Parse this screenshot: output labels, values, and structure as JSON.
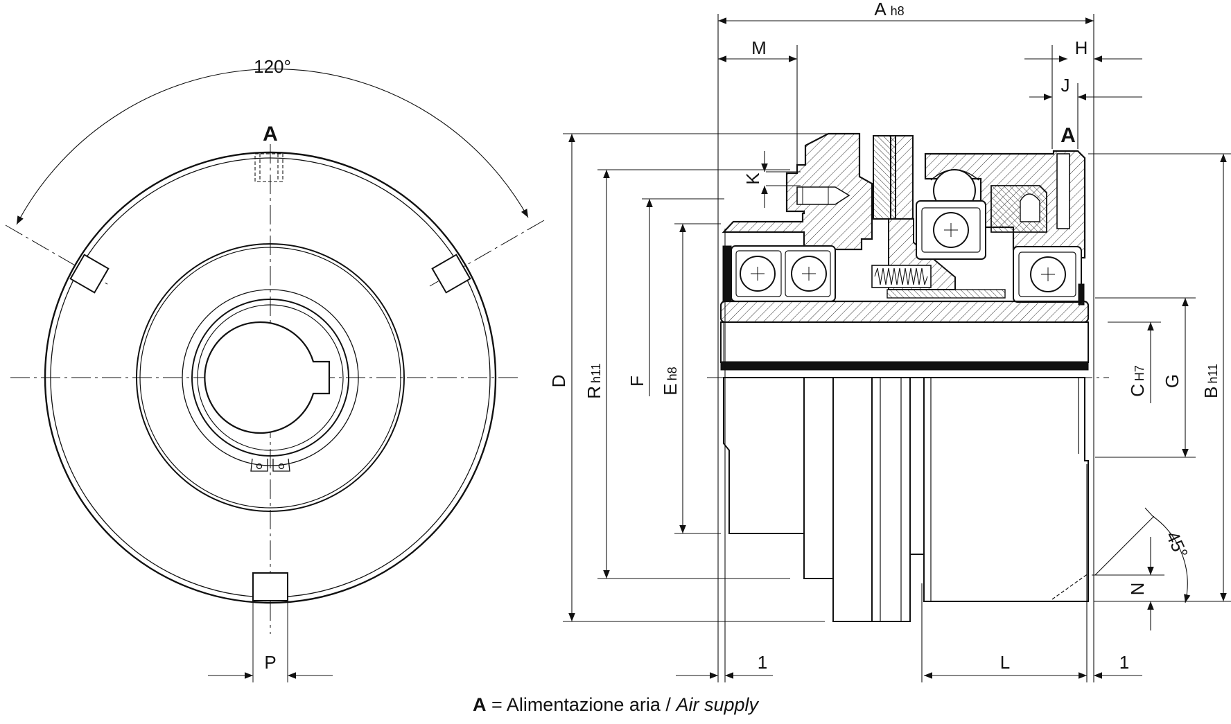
{
  "drawing": {
    "front_view": {
      "angle_label": "120°",
      "air_port_label": "A",
      "key_width_label": "P"
    },
    "section_view": {
      "air_port_label": "A",
      "dims": {
        "A": "A",
        "A_tol": "h8",
        "M": "M",
        "H": "H",
        "J": "J",
        "K": "K",
        "D": "D",
        "R": "R",
        "R_tol": "h11",
        "F": "F",
        "E": "E",
        "E_tol": "h8",
        "C": "C",
        "C_tol": "H7",
        "G": "G",
        "B": "B",
        "B_tol": "h11",
        "N": "N",
        "L": "L",
        "one_left": "1",
        "one_right": "1",
        "chamfer_angle": "45°"
      }
    }
  },
  "caption": {
    "key": "A",
    "equals": "= Alimentazione aria / ",
    "english": "Air supply"
  }
}
